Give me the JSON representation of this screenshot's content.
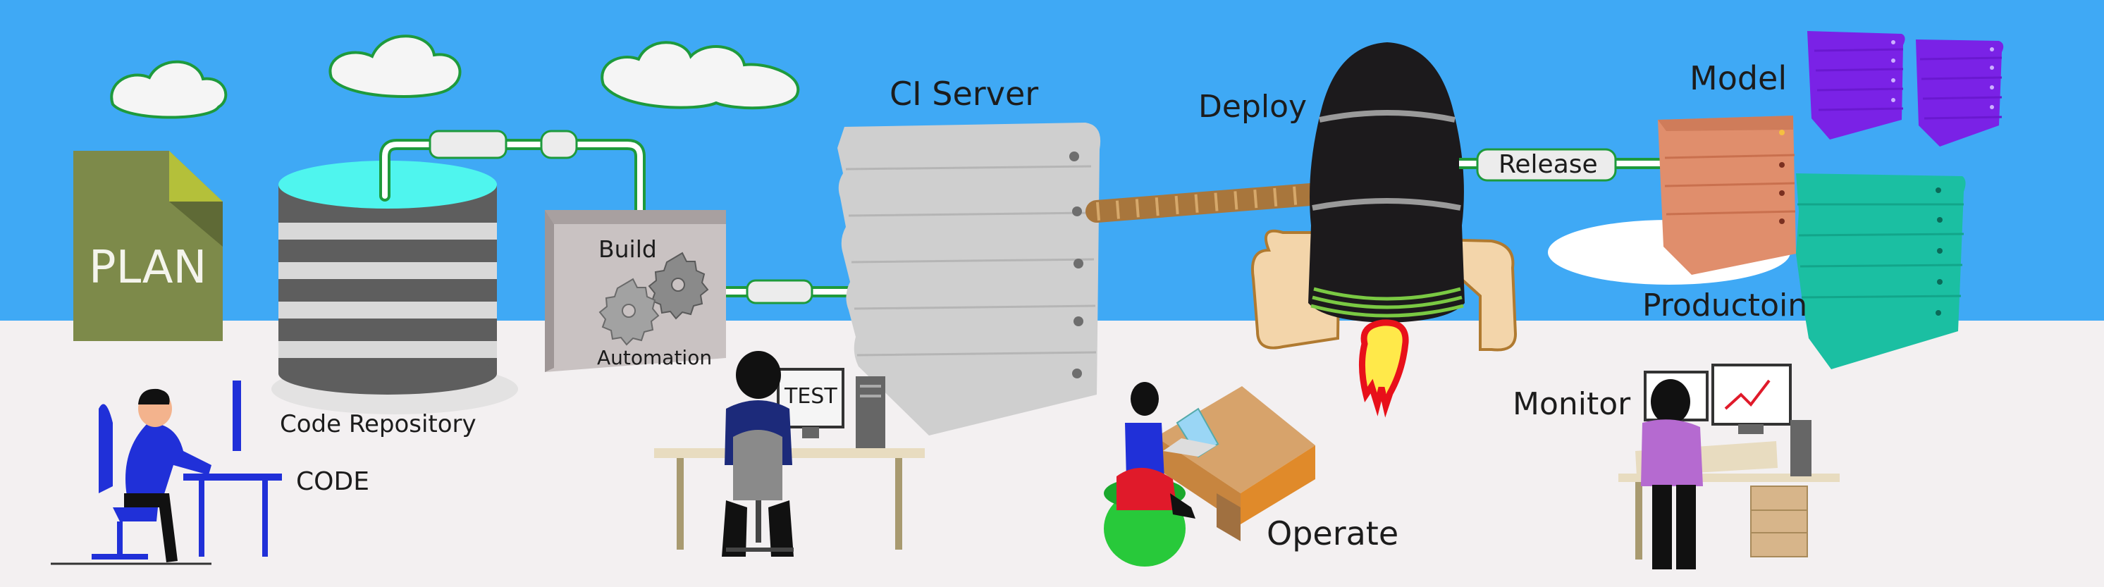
{
  "diagram": {
    "labels": {
      "plan": "PLAN",
      "code": "CODE",
      "code_repository": "Code Repository",
      "build": "Build",
      "automation": "Automation",
      "test": "TEST",
      "ci_server": "CI Server",
      "deploy": "Deploy",
      "operate": "Operate",
      "release": "Release",
      "model": "Model",
      "production": "Productoin",
      "monitor": "Monitor"
    },
    "colors": {
      "sky": "#3fa9f5",
      "ground": "#f3f0f1",
      "plan_doc": "#7d8a4a",
      "repo_top": "#4ff5ee",
      "server_gray": "#cfcfcf",
      "rocket": "#1c1a1c",
      "model_purple": "#7a22e6",
      "production_teal": "#1bbfa2",
      "release_server": "#e08e6c",
      "pipe_green": "#1e9a3c",
      "person_blue": "#2030d8"
    }
  }
}
